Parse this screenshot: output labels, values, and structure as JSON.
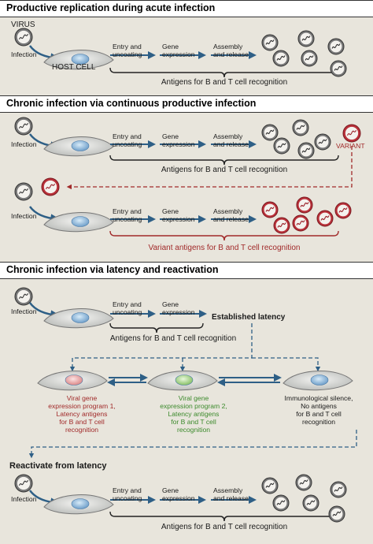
{
  "sections": [
    {
      "title": "Productive replication during acute infection"
    },
    {
      "title": "Chronic infection via continuous productive infection"
    },
    {
      "title": "Chronic infection via latency and reactivation"
    }
  ],
  "labels": {
    "virus": "VIRUS",
    "infection": "Infection",
    "host_cell": "HOST CELL",
    "entry_1": "Entry and",
    "entry_2": "uncoating",
    "gene_1": "Gene",
    "gene_2": "expression",
    "assembly_1": "Assembly",
    "assembly_2": "and release",
    "antigens": "Antigens for B and T cell recognition",
    "variant": "VARIANT",
    "variant_antigens": "Variant antigens for B and T cell recognition",
    "established_latency": "Established latency",
    "reactivate": "Reactivate from latency",
    "prog1": [
      "Viral gene",
      "expression program 1,",
      "Latency antigens",
      "for B and T cell",
      "recognition"
    ],
    "prog2": [
      "Viral gene",
      "expression program 2,",
      "Latency antigens",
      "for B and T cell",
      "recognition"
    ],
    "silence": [
      "Immunological silence,",
      "No antigens",
      "for B and T cell",
      "recognition"
    ]
  },
  "colors": {
    "background": "#e8e5dc",
    "variant_red": "#a12a2a",
    "program2_green": "#3c8a2c",
    "arrow_blue": "#2e5f86",
    "cell_blue": "#8fb6d8"
  }
}
